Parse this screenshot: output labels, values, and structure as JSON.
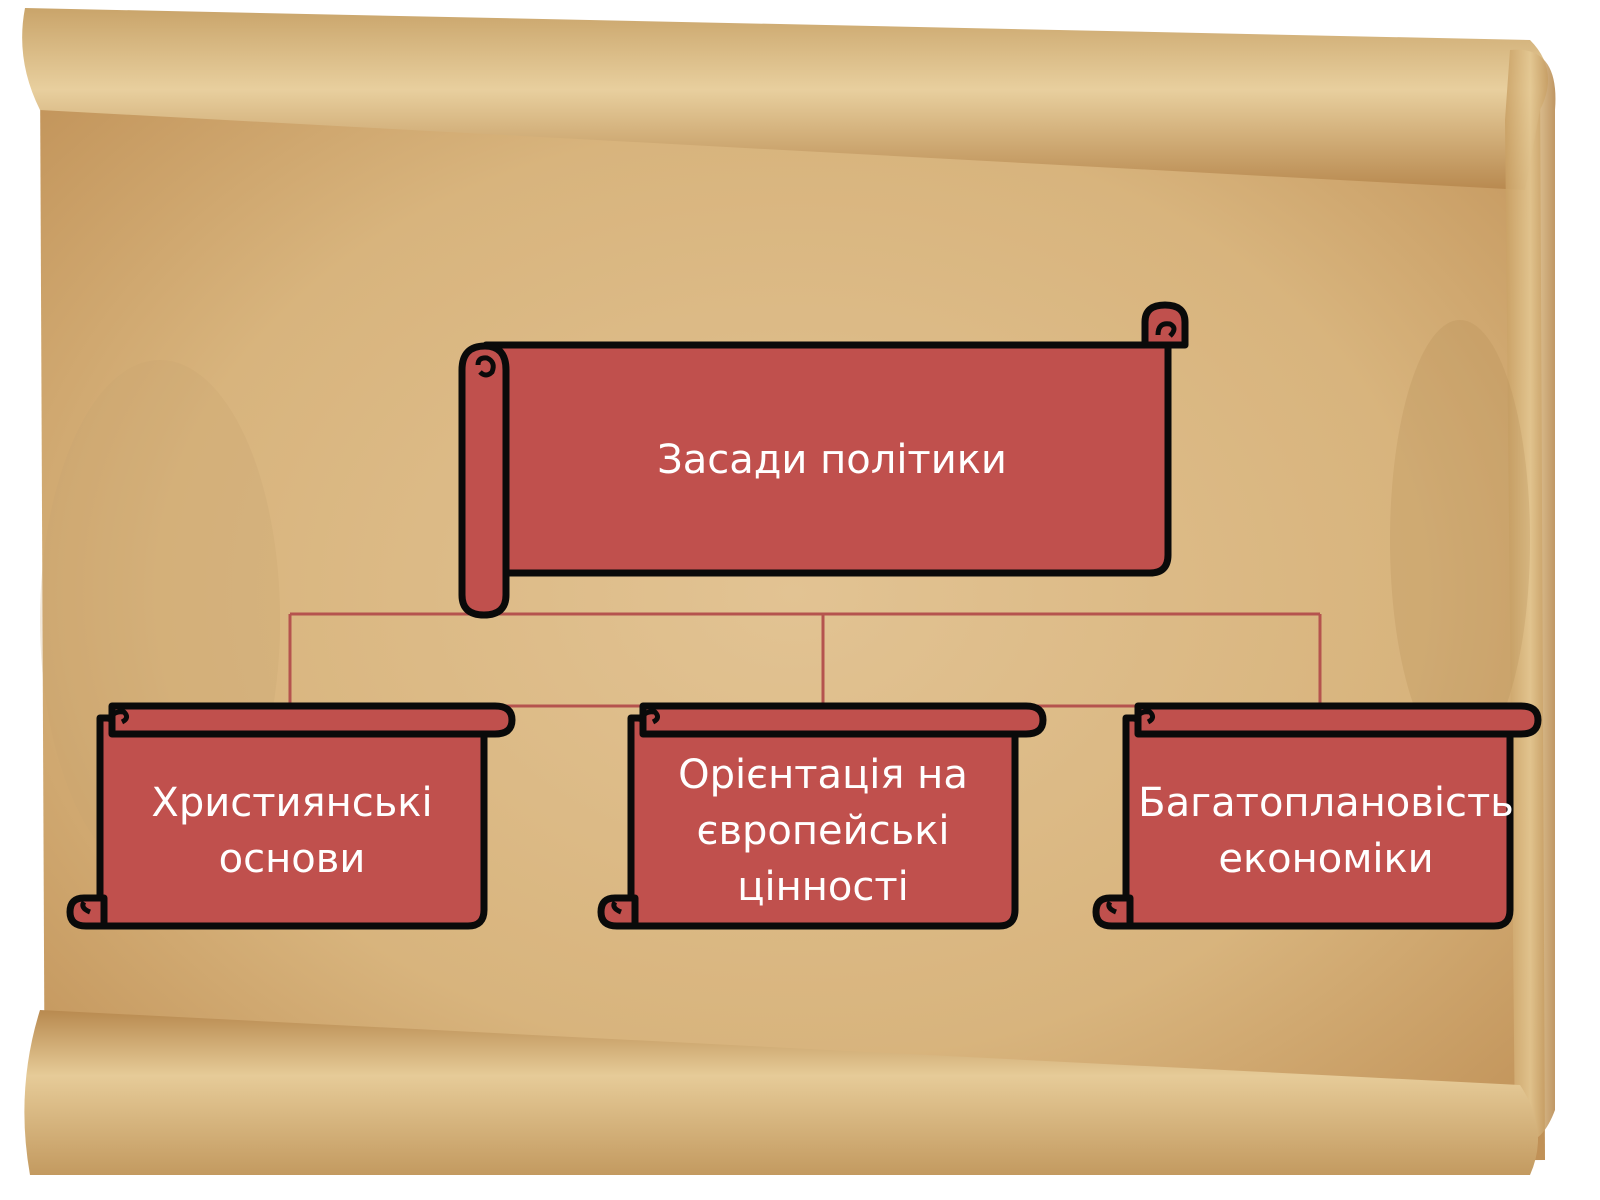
{
  "colors": {
    "scroll_fill": "#c0504d",
    "scroll_shadow": "#9b3a38",
    "outline": "#0a0a0a",
    "connector": "#b5534e",
    "parchment": "#dcb985",
    "parchment_dark": "#c29a5f",
    "label_text": "#ffffff"
  },
  "root": {
    "line1": "Засади політики"
  },
  "children": [
    {
      "line1": "Християнські",
      "line2": "основи",
      "line3": ""
    },
    {
      "line1": "Орієнтація на",
      "line2": "європейські",
      "line3": "цінності"
    },
    {
      "line1": "Багатоплановість",
      "line2": "економіки",
      "line3": ""
    }
  ]
}
